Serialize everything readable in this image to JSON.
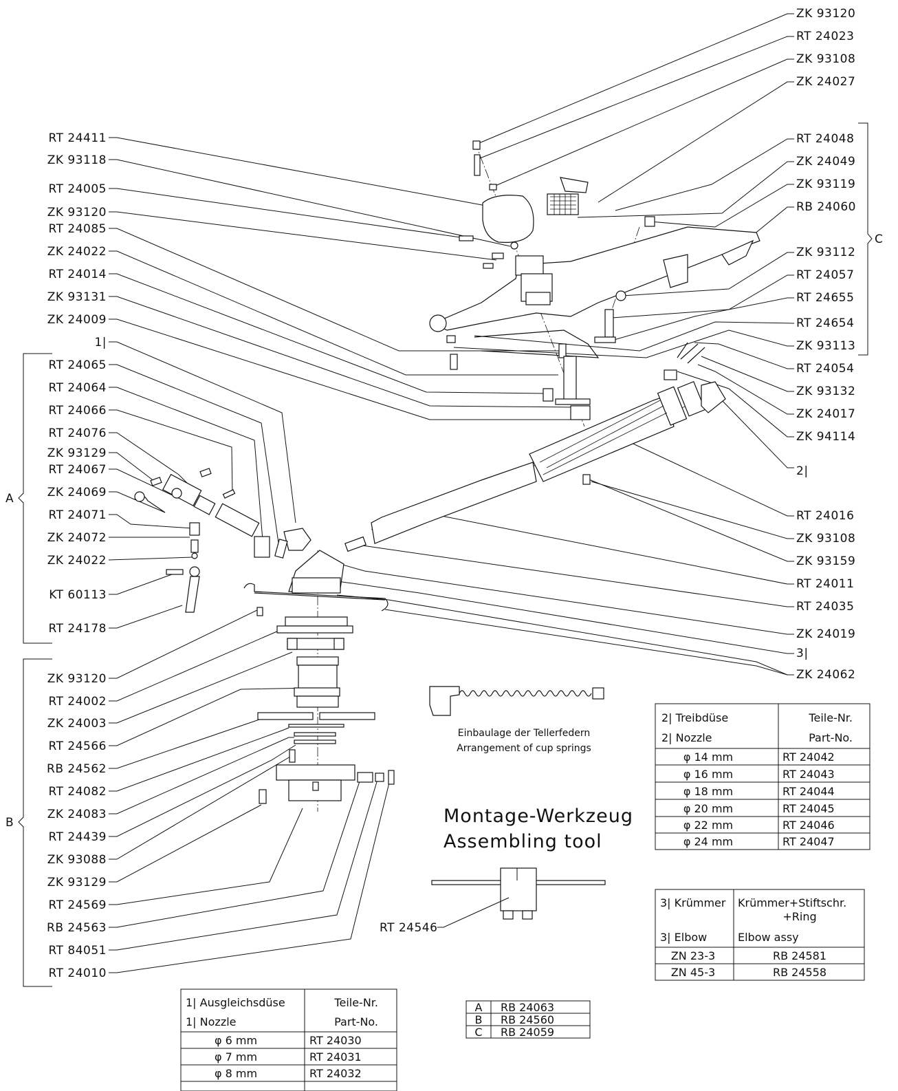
{
  "callouts_right": [
    {
      "label": "ZK 93120"
    },
    {
      "label": "RT 24023"
    },
    {
      "label": "ZK 93108"
    },
    {
      "label": "ZK 24027"
    },
    {
      "label": "RT 24048"
    },
    {
      "label": "ZK 24049"
    },
    {
      "label": "ZK 93119"
    },
    {
      "label": "RB 24060"
    },
    {
      "label": "ZK 93112"
    },
    {
      "label": "RT 24057"
    },
    {
      "label": "RT 24655"
    },
    {
      "label": "RT 24654"
    },
    {
      "label": "ZK 93113"
    },
    {
      "label": "RT 24054"
    },
    {
      "label": "ZK 93132"
    },
    {
      "label": "ZK 24017"
    },
    {
      "label": "ZK 94114"
    },
    {
      "label": "2|"
    },
    {
      "label": "RT 24016"
    },
    {
      "label": "ZK 93108"
    },
    {
      "label": "ZK 93159"
    },
    {
      "label": "RT 24011"
    },
    {
      "label": "RT 24035"
    },
    {
      "label": "ZK 24019"
    },
    {
      "label": "3|"
    },
    {
      "label": "ZK 24062"
    }
  ],
  "callouts_left": [
    {
      "label": "RT 24411"
    },
    {
      "label": "ZK 93118"
    },
    {
      "label": "RT 24005"
    },
    {
      "label": "ZK 93120"
    },
    {
      "label": "RT 24085"
    },
    {
      "label": "ZK 24022"
    },
    {
      "label": "RT 24014"
    },
    {
      "label": "ZK 93131"
    },
    {
      "label": "ZK 24009"
    },
    {
      "label": "1|"
    },
    {
      "label": "RT 24065"
    },
    {
      "label": "RT 24064"
    },
    {
      "label": "RT 24066"
    },
    {
      "label": "RT 24076"
    },
    {
      "label": "ZK 93129"
    },
    {
      "label": "RT 24067"
    },
    {
      "label": "ZK 24069"
    },
    {
      "label": "RT 24071"
    },
    {
      "label": "ZK 24072"
    },
    {
      "label": "ZK 24022"
    },
    {
      "label": "KT 60113"
    },
    {
      "label": "RT 24178"
    },
    {
      "label": "ZK 93120"
    },
    {
      "label": "RT 24002"
    },
    {
      "label": "ZK 24003"
    },
    {
      "label": "RT 24566"
    },
    {
      "label": "RB 24562"
    },
    {
      "label": "RT 24082"
    },
    {
      "label": "ZK 24083"
    },
    {
      "label": "RT 24439"
    },
    {
      "label": "ZK 93088"
    },
    {
      "label": "ZK 93129"
    },
    {
      "label": "RT 24569"
    },
    {
      "label": "RB 24563"
    },
    {
      "label": "RT 84051"
    },
    {
      "label": "RT 24010"
    }
  ],
  "groups": {
    "A": "A",
    "B": "B",
    "C": "C"
  },
  "tool": {
    "label": "RT 24546",
    "title_de": "Montage-Werkzeug",
    "title_en": "Assembling tool"
  },
  "springs": {
    "caption_de": "Einbaulage der Tellerfedern",
    "caption_en": "Arrangement of cup springs"
  },
  "table_nozzle2": {
    "head_de": "2| Treibdüse",
    "head_en": "2| Nozzle",
    "col_de": "Teile-Nr.",
    "col_en": "Part-No.",
    "rows": [
      [
        "φ 14 mm",
        "RT 24042"
      ],
      [
        "φ 16 mm",
        "RT 24043"
      ],
      [
        "φ 18 mm",
        "RT 24044"
      ],
      [
        "φ 20 mm",
        "RT 24045"
      ],
      [
        "φ 22 mm",
        "RT 24046"
      ],
      [
        "φ 24 mm",
        "RT 24047"
      ]
    ]
  },
  "table_elbow": {
    "head_de": "3| Krümmer",
    "head_en": "3| Elbow",
    "col1": "Krümmer+Stiftschr.",
    "col2": "+Ring",
    "col_en": "Elbow assy",
    "rows": [
      [
        "ZN 23-3",
        "RB 24581"
      ],
      [
        "ZN 45-3",
        "RB 24558"
      ]
    ]
  },
  "table_nozzle1": {
    "head_de": "1| Ausgleichsdüse",
    "head_en": "1| Nozzle",
    "col_de": "Teile-Nr.",
    "col_en": "Part-No.",
    "rows": [
      [
        "φ 6 mm",
        "RT 24030"
      ],
      [
        "φ 7 mm",
        "RT 24031"
      ],
      [
        "φ 8 mm",
        "RT 24032"
      ]
    ]
  },
  "table_groups": {
    "rows": [
      [
        "A",
        "RB 24063"
      ],
      [
        "B",
        "RB 24560"
      ],
      [
        "C",
        "RB 24059"
      ]
    ]
  }
}
